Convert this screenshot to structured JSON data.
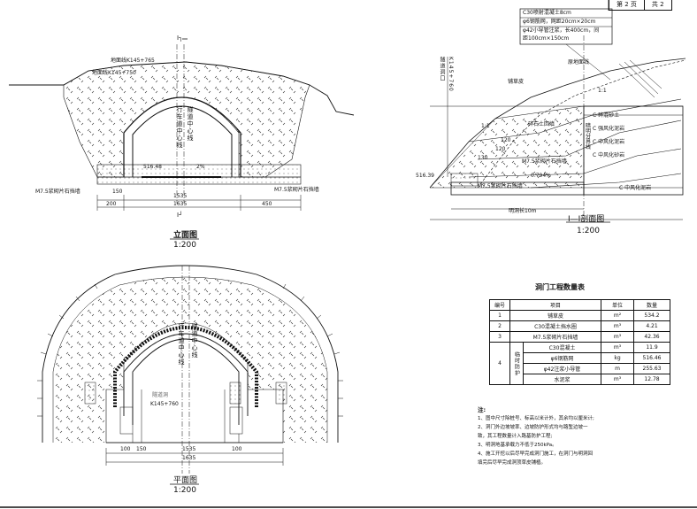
{
  "header": {
    "page_label": "第 2 页",
    "total_label": "共 2"
  },
  "elevation": {
    "title": "立面图",
    "scale": "1:200",
    "section_mark_top": "I┐",
    "section_mark_bottom": "I┘",
    "ground_label_top": "地面线K145+765",
    "ground_label_mid": "地面线K145+750",
    "centerline_left": "行车道中心线",
    "centerline_right": "隧道中心线",
    "elev": "516.48",
    "slope": "2%",
    "wall_left": "M7.5浆砌片石挡墙",
    "wall_right": "M7.5浆砌片石挡墙",
    "dim_150": "150",
    "dim_200": "200",
    "dim_1535": "1535",
    "dim_1635": "1635",
    "dim_450": "450"
  },
  "section": {
    "title": "I—I剖面图",
    "scale": "1:200",
    "callouts": [
      "C30喷射混凝土8cm",
      "φ6钢筋网，网距20cm×20cm",
      "φ42小导管注浆，长400cm，间",
      "距100cm×150cm"
    ],
    "portal_label": "隧道洞口",
    "portal_station": "K145+760",
    "ground_line": "原地面线",
    "slope_cover": "铺草皮",
    "fill": "碎石土回填",
    "wall": "M7.5浆砌片石挡墙",
    "wall2": "M7.5浆砌片石挡墙",
    "elev": "516.39",
    "grade": "0.794%",
    "tunnel_len": "明洞长10m",
    "layers": [
      "C 碎混砂土",
      "C 强风化泥岩",
      "C 中风化泥岩",
      "C 中风化砂岩",
      "C 中风化泥岩"
    ],
    "ratio1": "1:1",
    "ratio2": "1:1",
    "strata_side": [
      "暗",
      "明",
      "分",
      "界",
      "线"
    ],
    "d120a": "120",
    "d120b": "120",
    "d130": "130"
  },
  "plan": {
    "title": "平面图",
    "scale": "1:200",
    "centerline_left": "行车道中心线",
    "centerline_right": "隧道中心线",
    "station_label": "隧道洞",
    "station": "K145+760",
    "dim_100a": "100",
    "dim_150": "150",
    "dim_1535": "1535",
    "dim_1635": "1635",
    "dim_100b": "100"
  },
  "quantity_table": {
    "title": "洞门工程数量表",
    "headers": [
      "编号",
      "项目",
      "单位",
      "数量"
    ],
    "rows": [
      {
        "no": "1",
        "item": "铺草皮",
        "unit": "m²",
        "qty": "534.2"
      },
      {
        "no": "2",
        "item": "C30混凝土挡水圈",
        "unit": "m³",
        "qty": "4.21"
      },
      {
        "no": "3",
        "item": "M7.5浆砌片石挡墙",
        "unit": "m³",
        "qty": "42.36"
      },
      {
        "no": "4",
        "group": "临时防护",
        "item": "C30混凝土",
        "unit": "m³",
        "qty": "11.9"
      },
      {
        "no": "",
        "item": "φ6钢筋网",
        "unit": "kg",
        "qty": "516.46"
      },
      {
        "no": "",
        "item": "φ42注浆小导管",
        "unit": "m",
        "qty": "255.63"
      },
      {
        "no": "",
        "item": "水泥浆",
        "unit": "m³",
        "qty": "12.78"
      }
    ]
  },
  "notes": {
    "heading": "注:",
    "items": [
      "1、图中尺寸除桩号、标高以米计外，其余均以厘米计;",
      "2、洞门外边坡坡率、边坡防护形式均与路堑边坡一",
      "   致，其工程数量计入路基防护工程;",
      "3、明洞地基承载力不低于250kPa。",
      "4、施工开挖以后尽早完成洞门施工，在洞门与明洞回",
      "   填完后尽早完成洞顶草皮铺植。"
    ]
  }
}
